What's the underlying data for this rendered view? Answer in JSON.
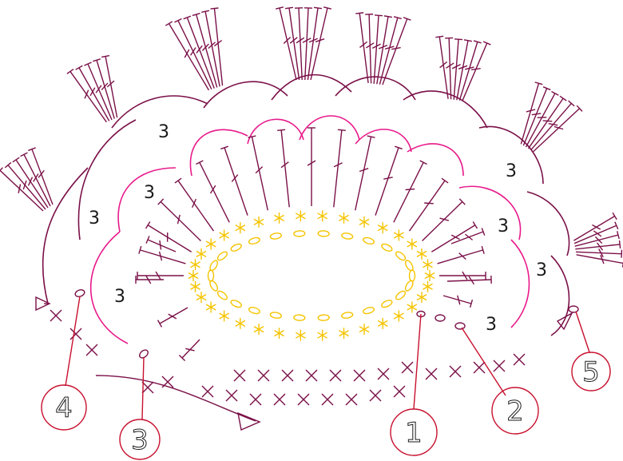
{
  "colors": {
    "yellow": "#F5C400",
    "magenta": "#E8198B",
    "purple": "#7A1048",
    "dark": "#5A0A36",
    "marker": "#C8102E",
    "label": "#1a1a1a"
  },
  "ring_labels": [
    "3",
    "3",
    "3",
    "3",
    "3",
    "3",
    "3",
    "3"
  ],
  "markers": [
    "1",
    "2",
    "3",
    "4",
    "5"
  ],
  "symbols": {
    "yellow_stitch": "asterisk-stitch",
    "chain": "oval-chain",
    "double_crochet": "t-bar-stitch",
    "single_crochet": "x-stitch"
  }
}
